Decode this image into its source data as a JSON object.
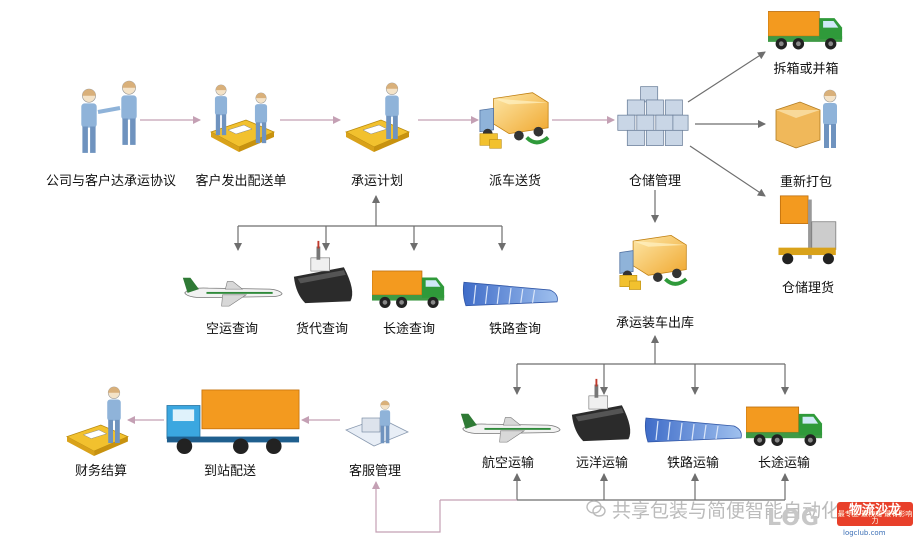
{
  "nodes": {
    "agreement": "公司与客户达承运协议",
    "delivery_order": "客户发出配送单",
    "transport_plan": "承运计划",
    "dispatch": "派车送货",
    "warehouse_mgmt": "仓储管理",
    "unbox_combine": "拆箱或并箱",
    "repack": "重新打包",
    "warehouse_sort": "仓储理货",
    "air_query": "空运查询",
    "freight_query": "货代查询",
    "longhaul_query": "长途查询",
    "rail_query": "铁路查询",
    "load_outbound": "承运装车出库",
    "air_transport": "航空运输",
    "ocean_transport": "远洋运输",
    "rail_transport": "铁路运输",
    "longhaul_transport": "长途运输",
    "customer_service": "客服管理",
    "station_delivery": "到站配送",
    "finance": "财务结算"
  },
  "watermark": {
    "text": "共享包装与简便智能自动化",
    "logo_letters": "LOG",
    "badge_text": "物流沙龙",
    "badge_sub": "最专业·最权威·最有影响力",
    "badge_url": "logclub.com"
  },
  "colors": {
    "person": "#8fb3d9",
    "desk": "#f2c12e",
    "box": "#f0a830",
    "truck_cab": "#2f9a3a",
    "truck_cargo": "#f39a1f",
    "delivery_truck_cab": "#3ba7e0",
    "ship": "#2b2b2b",
    "rail": "#5b86d6",
    "arrow": "#6e6e6e",
    "badge": "#e8402a"
  }
}
